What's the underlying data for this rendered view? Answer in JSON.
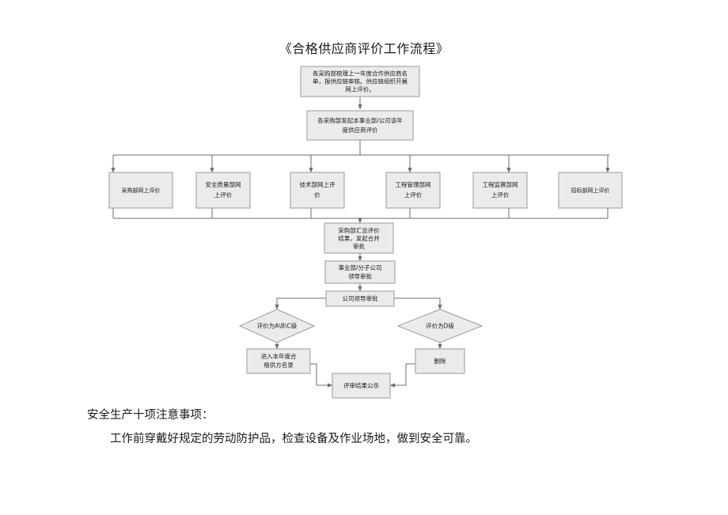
{
  "document": {
    "title": "《合格供应商评价工作流程》"
  },
  "flowchart": {
    "nodes": {
      "start": {
        "label": "各采购部梳理上一年度合作供应商名单，报供应链审核。供应链组织开展网上评价。",
        "lines": [
          "各采购部梳理上一年度合作供应商名",
          "单，报供应链审核。供应链组织开展",
          "网上评价。"
        ]
      },
      "initiate": {
        "label": "各采购部发起本事业部/公司该年度供应商评价",
        "lines": [
          "各采购部发起本事业部/公司该年",
          "度供应商评价"
        ]
      },
      "dept1": {
        "label": "采购部网上评价",
        "lines": [
          "采购部网上评价"
        ]
      },
      "dept2": {
        "label": "安全质量部网上评价",
        "lines": [
          "安全质量部网",
          "上评价"
        ]
      },
      "dept3": {
        "label": "技术部网上评价",
        "lines": [
          "技术部网上评",
          "价"
        ]
      },
      "dept4": {
        "label": "工程管理部网上评价",
        "lines": [
          "工程管理部网",
          "上评价"
        ]
      },
      "dept5": {
        "label": "工程监察部网上评价",
        "lines": [
          "工程监察部网",
          "上评价"
        ]
      },
      "dept6": {
        "label": "招标部网上评价",
        "lines": [
          "招标部网上评价"
        ]
      },
      "summary": {
        "label": "采购部汇总评价结果，发起合并审批",
        "lines": [
          "采购部汇总评价",
          "结果，发起合并",
          "审批"
        ]
      },
      "approve_bu": {
        "label": "事业部/分子公司领导审批",
        "lines": [
          "事业部/分子公司",
          "领导审批"
        ]
      },
      "approve_company": {
        "label": "公司领导审批",
        "lines": [
          "公司领导审批"
        ]
      },
      "decision_abc": {
        "label": "评价为A\\B\\C级",
        "lines": [
          "评价为A\\B\\C级"
        ]
      },
      "decision_d": {
        "label": "评价为D级",
        "lines": [
          "评价为D级"
        ]
      },
      "qualified_list": {
        "label": "进入本年度合格供方名录",
        "lines": [
          "进入本年度合",
          "格供方名录"
        ]
      },
      "remove": {
        "label": "删除",
        "lines": [
          "删除"
        ]
      },
      "publish": {
        "label": "评审结果公示",
        "lines": [
          "评审结果公示"
        ]
      }
    },
    "colors": {
      "node_fill": "#ebebeb",
      "node_stroke": "#9a9a9a",
      "edge_stroke": "#6e6e6e",
      "text": "#1a1a1a"
    }
  },
  "notes": {
    "heading": "安全生产十项注意事项：",
    "body": "工作前穿戴好规定的劳动防护品，检查设备及作业场地，做到安全可靠。"
  }
}
